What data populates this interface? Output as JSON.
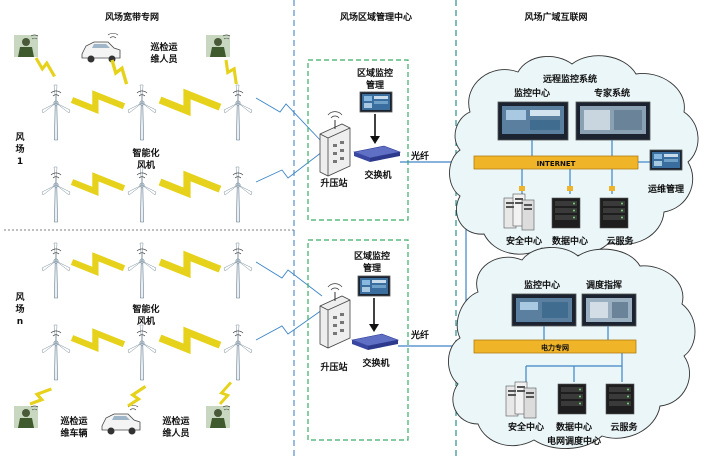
{
  "headers": {
    "farm_network": "风场宽带专网",
    "regional_center": "风场区域管理中心",
    "wide_area": "风场广域互联网"
  },
  "farm1": {
    "label_chars": [
      "风",
      "场",
      "1"
    ],
    "patrol_staff": [
      "巡检运",
      "维人员"
    ],
    "turbine_label": [
      "智能化",
      "风机"
    ],
    "region_monitor": [
      "区域监控",
      "管理"
    ],
    "booster": "升压站",
    "switch": "交换机",
    "fiber": "光纤"
  },
  "farmN": {
    "label_chars": [
      "风",
      "场",
      "n"
    ],
    "turbine_label": [
      "智能化",
      "风机"
    ],
    "region_monitor": [
      "区域监控",
      "管理"
    ],
    "booster": "升压站",
    "switch": "交换机",
    "fiber": "光纤",
    "patrol_vehicle": [
      "巡检运",
      "维车辆"
    ],
    "patrol_staff": [
      "巡检运",
      "维人员"
    ]
  },
  "cloud_top": {
    "title": "远程监控系统",
    "monitor_center": "监控中心",
    "expert_system": "专家系统",
    "bus": "INTERNET",
    "ops_mgmt": "运维管理",
    "security": "安全中心",
    "data_center": "数据中心",
    "cloud_service": "云服务"
  },
  "cloud_bottom": {
    "monitor_center": "监控中心",
    "dispatch": "调度指挥",
    "bus": "电力专网",
    "security": "安全中心",
    "data_center": "数据中心",
    "cloud_service": "云服务",
    "caption": "电网调度中心"
  },
  "colors": {
    "lightning": "#e6d21a",
    "bus_fill": "#f0b428",
    "link": "#3d85c6",
    "divider_teal": "#2c8f8f",
    "divider_blue": "#5b8fc9"
  }
}
